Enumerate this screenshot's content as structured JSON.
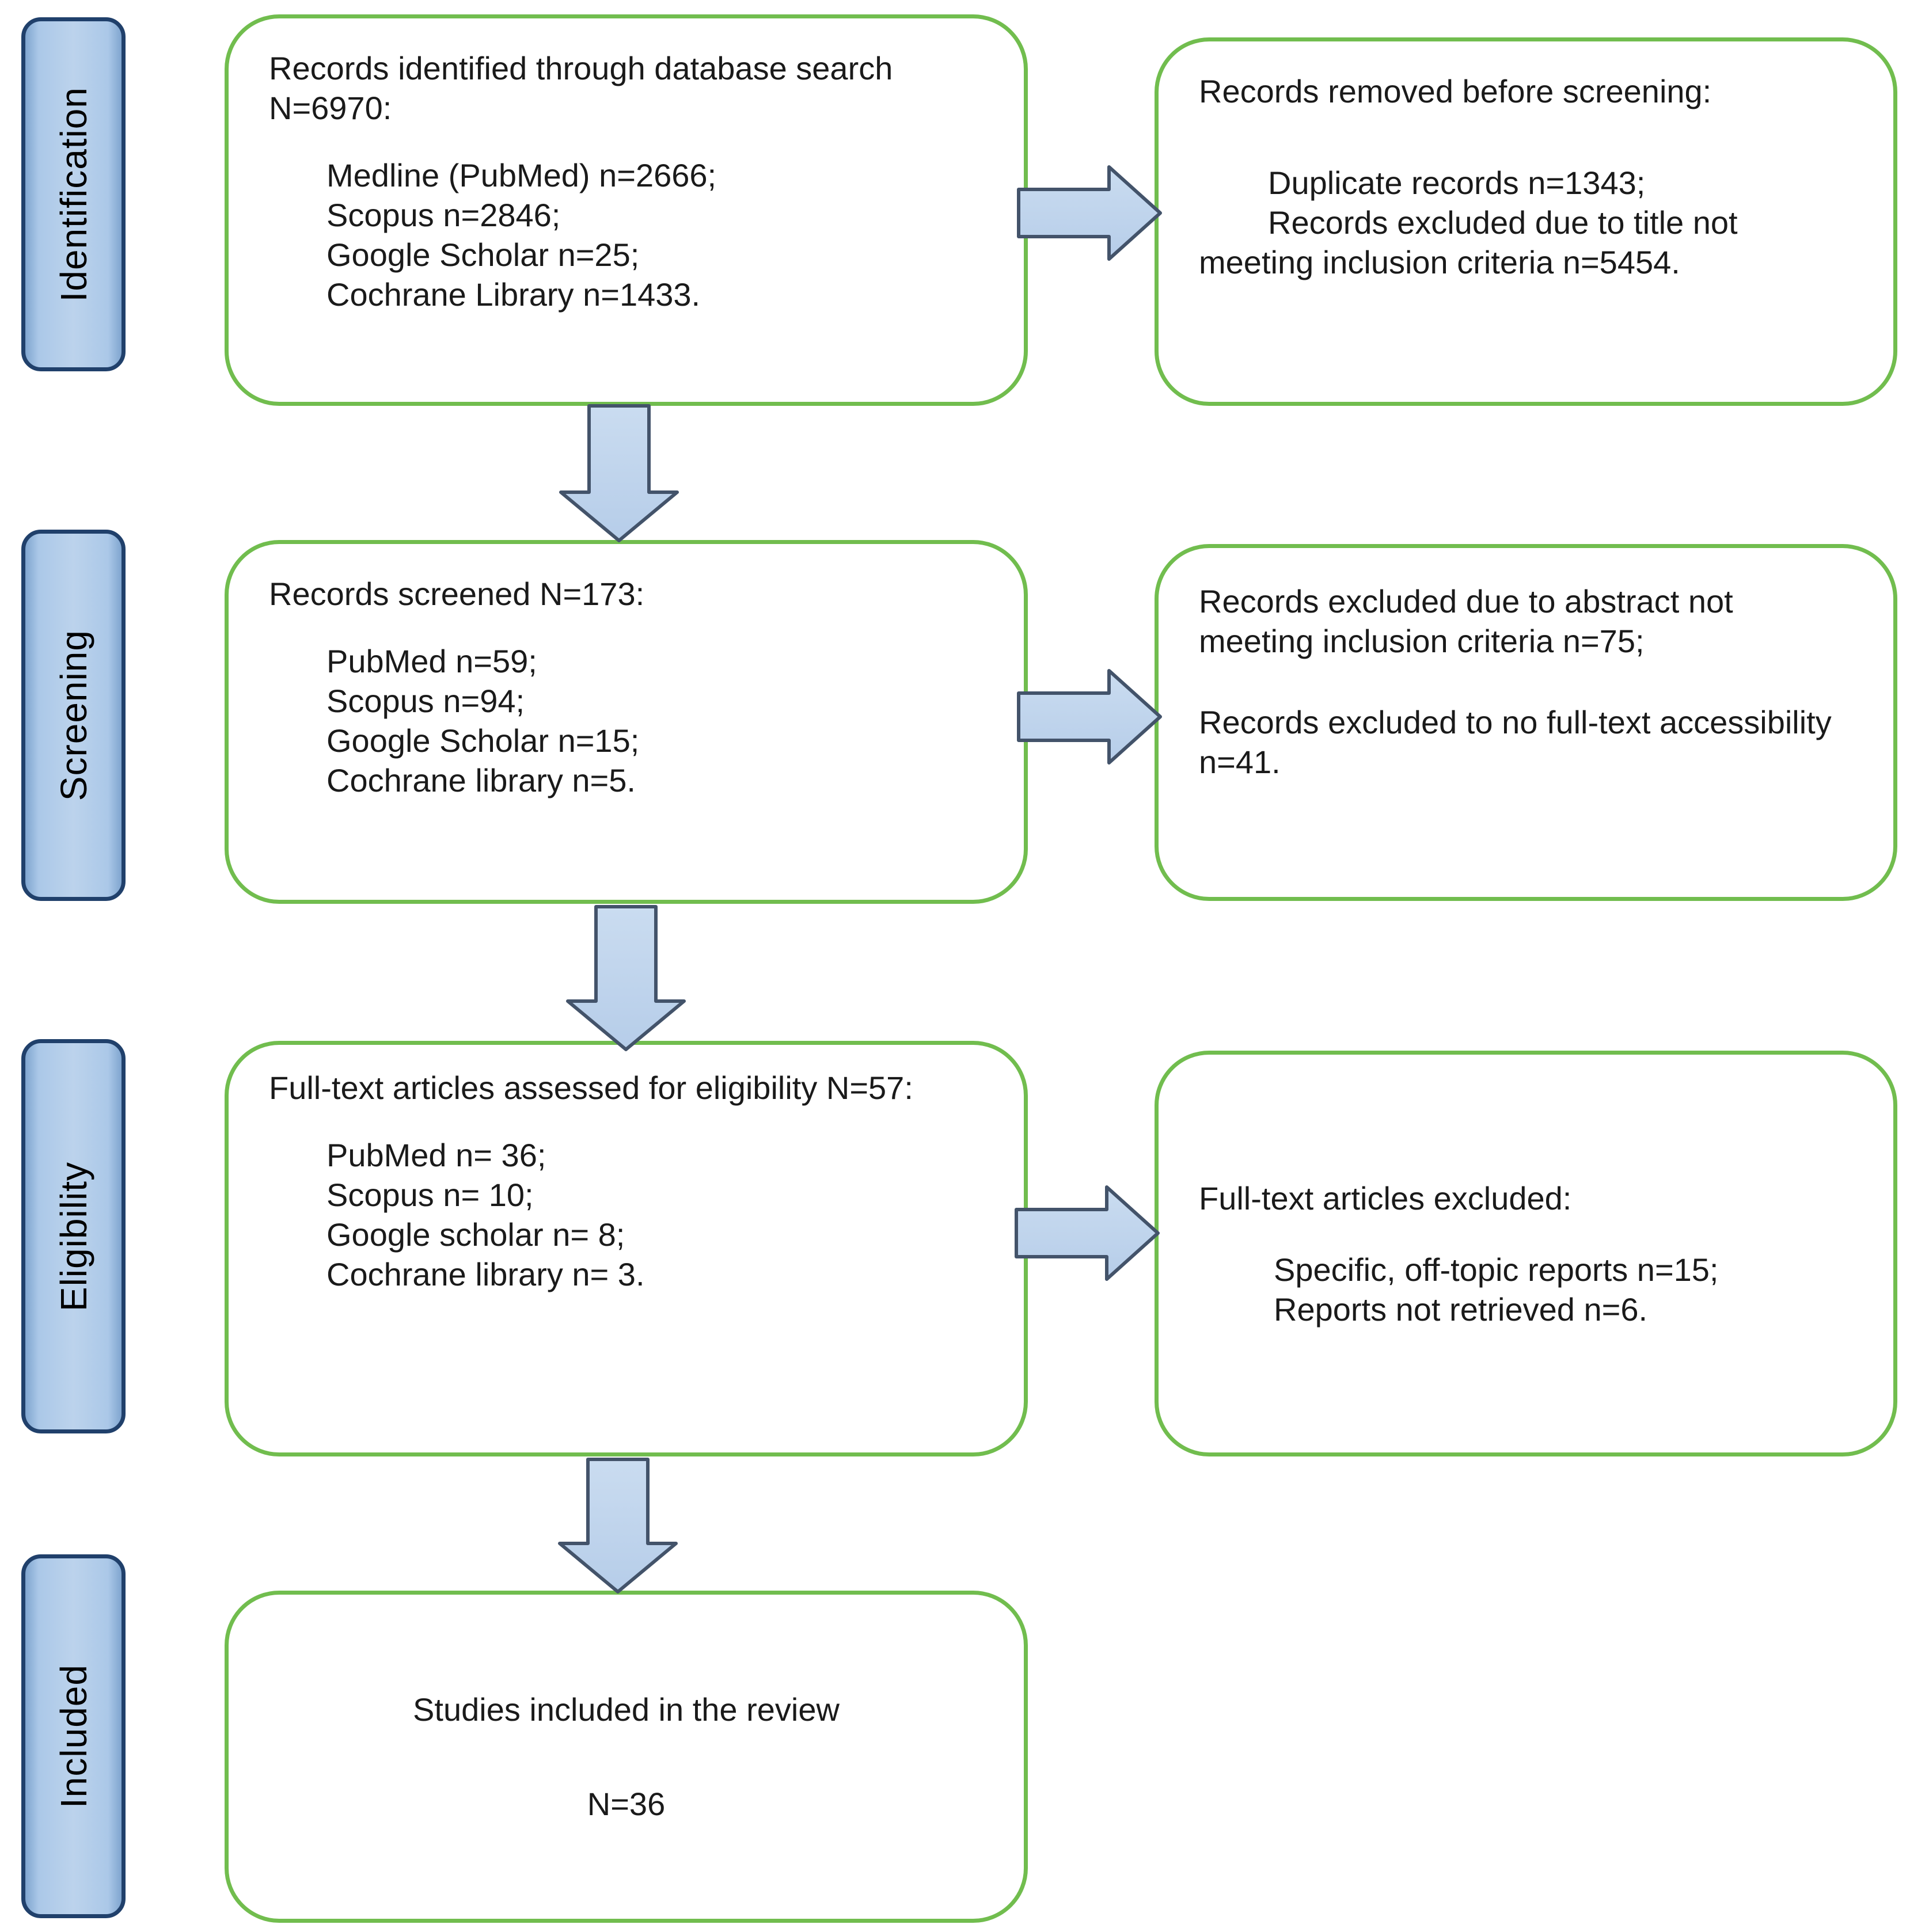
{
  "figure": {
    "type": "PRISMA flow diagram",
    "stages": [
      {
        "label": "Identification"
      },
      {
        "label": "Screening"
      },
      {
        "label": "Eligibility"
      },
      {
        "label": "Included"
      }
    ],
    "boxes": {
      "identified": {
        "title": "Records identified through database search N=6970:",
        "items": [
          "Medline (PubMed) n=2666;",
          "Scopus n=2846;",
          "Google Scholar n=25;",
          "Cochrane Library n=1433."
        ]
      },
      "removed_before_screening": {
        "title": "Records removed before screening:",
        "items": [
          "Duplicate records n=1343;",
          "Records excluded due to title not meeting inclusion criteria n=5454."
        ]
      },
      "screened": {
        "title": "Records screened N=173:",
        "items": [
          "PubMed n=59;",
          "Scopus n=94;",
          "Google Scholar n=15;",
          "Cochrane library n=5."
        ]
      },
      "excluded_after_screening": {
        "items": [
          "Records excluded due to abstract not meeting inclusion criteria n=75;",
          "Records excluded to no full-text accessibility n=41."
        ]
      },
      "fulltext_assessed": {
        "title": "Full-text articles assessed for eligibility N=57:",
        "items": [
          "PubMed n= 36;",
          "Scopus n= 10;",
          "Google scholar n= 8;",
          "Cochrane library n= 3."
        ]
      },
      "fulltext_excluded": {
        "title": "Full-text articles excluded:",
        "items": [
          "Specific, off-topic reports n=15;",
          "Reports not retrieved n=6."
        ]
      },
      "included": {
        "title": "Studies included in the review",
        "count": "N=36"
      }
    },
    "colors": {
      "box_border": "#71bd4e",
      "stage_fill": "#abc8e8",
      "stage_border": "#20406b",
      "arrow_fill": "#b6cde9",
      "arrow_fill_light": "#cadcf0",
      "arrow_stroke": "#43536a",
      "text": "#1a1a1a"
    }
  }
}
